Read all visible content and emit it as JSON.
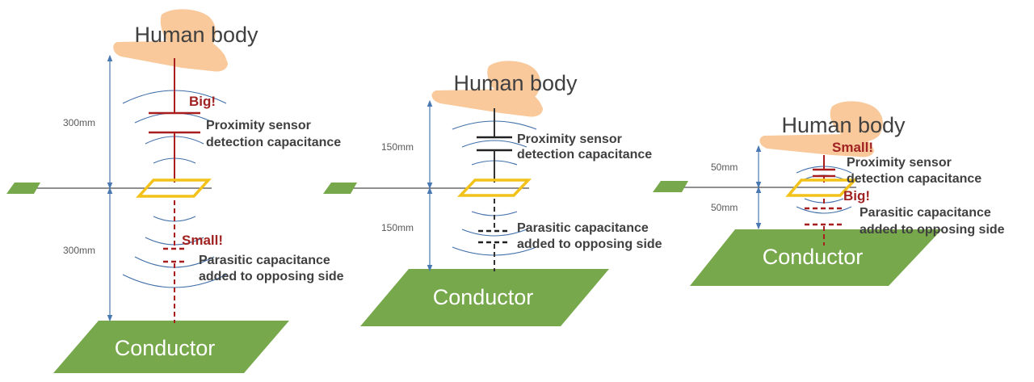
{
  "panels": [
    {
      "human_label": "Human body",
      "conductor_label": "Conductor",
      "upper_distance": "300mm",
      "lower_distance": "300mm",
      "upper_cap_note": "Big!",
      "lower_cap_note": "Small!",
      "proximity_label_line1": "Proximity sensor",
      "proximity_label_line2": "detection capacitance",
      "parasitic_label_line1": "Parasitic capacitance",
      "parasitic_label_line2": "added to opposing side"
    },
    {
      "human_label": "Human body",
      "conductor_label": "Conductor",
      "upper_distance": "150mm",
      "lower_distance": "150mm",
      "proximity_label_line1": "Proximity sensor",
      "proximity_label_line2": "detection capacitance",
      "parasitic_label_line1": "Parasitic capacitance",
      "parasitic_label_line2": "added to opposing side"
    },
    {
      "human_label": "Human body",
      "conductor_label": "Conductor",
      "upper_distance": "50mm",
      "lower_distance": "50mm",
      "upper_cap_note": "Small!",
      "lower_cap_note": "Big!",
      "proximity_label_line1": "Proximity sensor",
      "proximity_label_line2": "detection capacitance",
      "parasitic_label_line1": "Parasitic capacitance",
      "parasitic_label_line2": "added to opposing side"
    }
  ],
  "colors": {
    "conductor": "#77a84c",
    "sensor_electrode": "#f2c21b",
    "hand": "#f9c99b",
    "emphasis_red": "#a02222",
    "dimension_arrow": "#4a78b0"
  }
}
